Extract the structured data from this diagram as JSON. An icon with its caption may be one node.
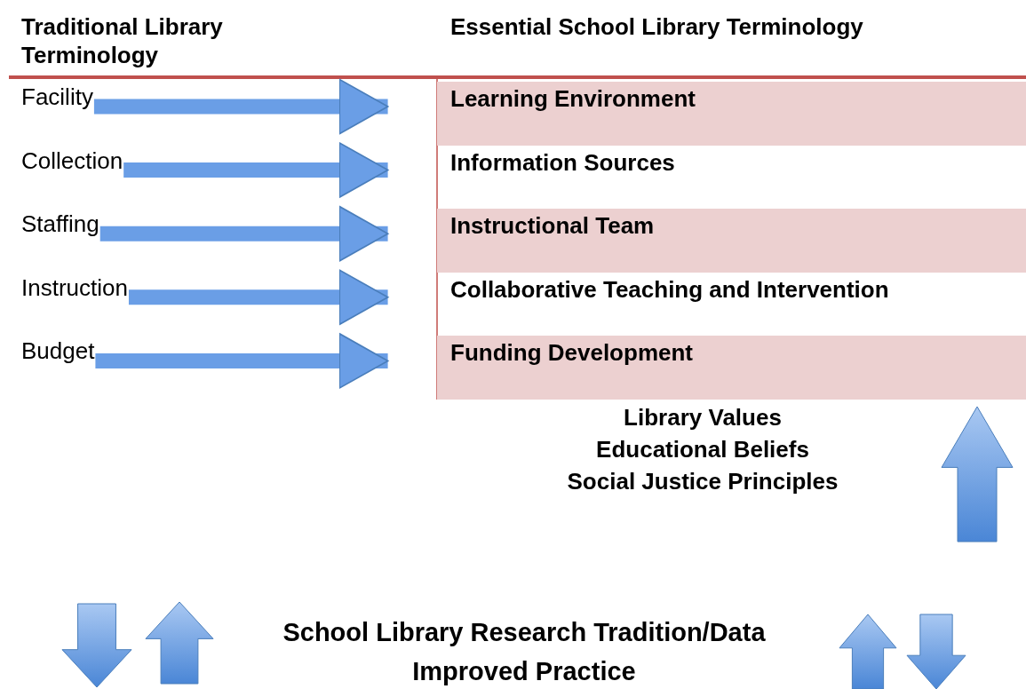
{
  "diagram": {
    "nodes": [
      {
        "text": [
          "Facility"
        ]
      },
      {
        "text": [
          "Collection"
        ]
      },
      {
        "text": [
          "Staffing"
        ]
      },
      {
        "text": [
          "Instruction"
        ]
      },
      {
        "text": [
          "Budget"
        ]
      },
      {
        "text": [
          "Learning Environment"
        ]
      },
      {
        "text": [
          "Information Sources"
        ]
      },
      {
        "text": [
          "Instructional Team"
        ]
      },
      {
        "text": [
          "Collaborative Teaching and Intervention"
        ]
      },
      {
        "text": [
          "Funding Development"
        ]
      }
    ],
    "edges": [
      {
        "from": 0,
        "to": 5,
        "arrow": "to"
      },
      {
        "from": 1,
        "to": 6,
        "arrow": "to"
      },
      {
        "from": 2,
        "to": 7,
        "arrow": "to"
      },
      {
        "from": 3,
        "to": 8,
        "arrow": "to"
      },
      {
        "from": 4,
        "to": 9,
        "arrow": "to"
      }
    ],
    "labels": [
      "Traditional Library Terminology",
      "Essential School Library Terminology",
      "Library Values",
      "Educational Beliefs",
      "Social Justice Principles",
      "School Library Research Tradition/Data",
      "Improved Practice"
    ]
  }
}
